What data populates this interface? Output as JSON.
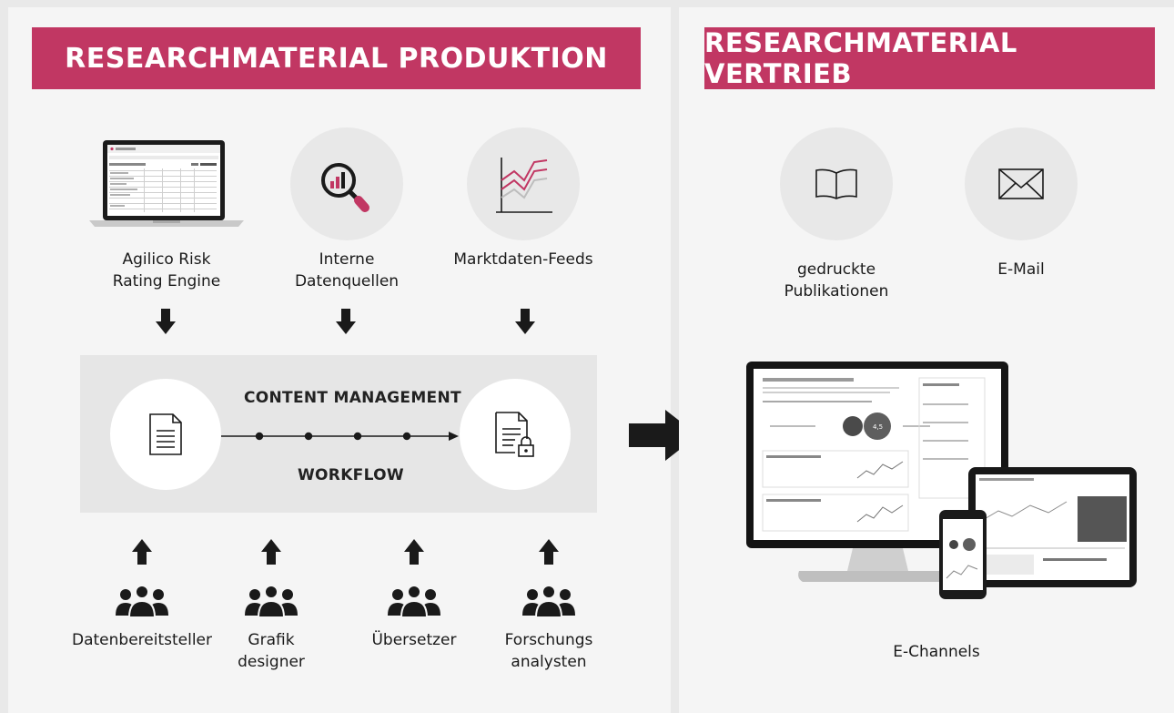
{
  "production": {
    "title": "RESEARCHMATERIAL PRODUKTION",
    "sources": [
      {
        "label": "Agilico Risk\nRating Engine",
        "icon": "laptop-icon"
      },
      {
        "label": "Interne\nDatenquellen",
        "icon": "magnifier-chart-icon"
      },
      {
        "label": "Marktdaten-Feeds",
        "icon": "line-chart-icon"
      }
    ],
    "content_management": "CONTENT MANAGEMENT",
    "workflow": "WORKFLOW",
    "contributors": [
      {
        "label": "Datenbereitsteller",
        "icon": "people-icon"
      },
      {
        "label": "Grafik\ndesigner",
        "icon": "people-icon"
      },
      {
        "label": "Übersetzer",
        "icon": "people-icon"
      },
      {
        "label": "Forschungs\nanalysten",
        "icon": "people-icon"
      }
    ]
  },
  "distribution": {
    "title": "RESEARCHMATERIAL VERTRIEB",
    "channels": [
      {
        "label": "gedruckte\nPublikationen",
        "icon": "book-icon"
      },
      {
        "label": "E-Mail",
        "icon": "envelope-icon"
      }
    ],
    "echannels_label": "E-Channels"
  },
  "colors": {
    "accent": "#c13763",
    "circle": "#e8e8e8",
    "panel": "#f5f5f5",
    "box": "#e6e6e6",
    "arrow": "#1a1a1a"
  }
}
